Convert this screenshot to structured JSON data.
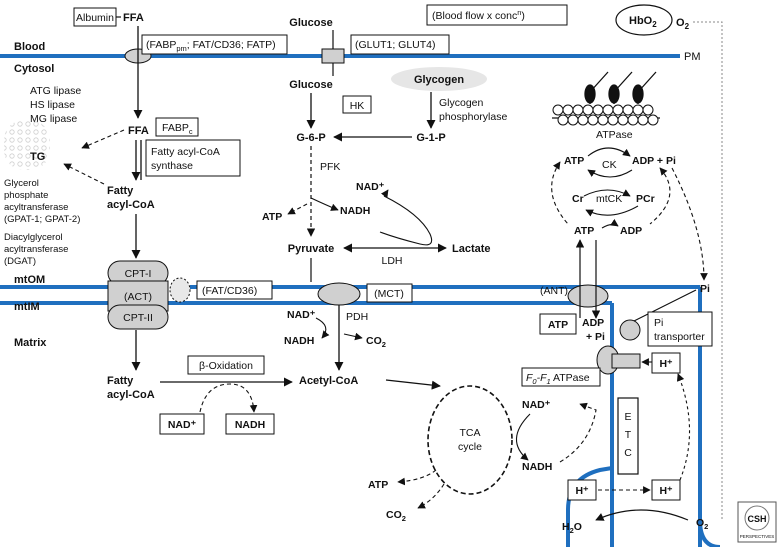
{
  "labels": {
    "blood": "Blood",
    "cytosol": "Cytosol",
    "pm": "PM",
    "mtom": "mtOM",
    "mtim": "mtIM",
    "matrix": "Matrix",
    "albumin": "Albumin",
    "ffa_top": "FFA",
    "fabp_pm_a": "(FABP",
    "fabp_pm_sub": "pm",
    "fabp_pm_b": "; FAT/CD36; FATP)",
    "glucose_top": "Glucose",
    "glut": "(GLUT1; GLUT4)",
    "bloodflow": "(Blood flow x conc",
    "bloodflow_sup": "n",
    "bloodflow_end": ")",
    "hbo2": "HbO",
    "hbo2_sub": "2",
    "o2_top": "O",
    "o2_top_sub": "2",
    "atg": "ATG lipase",
    "hs": "HS lipase",
    "mg": "MG lipase",
    "ffa_cyt": "FFA",
    "fabpc": "FABP",
    "fabpc_sub": "c",
    "tg": "TG",
    "gpat_1": "Glycerol",
    "gpat_2": "phosphate",
    "gpat_3": "acyltransferase",
    "gpat_4": "(GPAT-1; GPAT-2)",
    "dgat_1": "Diacylglycerol",
    "dgat_2": "acyltransferase",
    "dgat_3": "(DGAT)",
    "facs_1": "Fatty acyl-CoA",
    "facs_2": "synthase",
    "fattyacyl_1": "Fatty",
    "fattyacyl_2": "acyl-CoA",
    "cpt1": "CPT-I",
    "act": "(ACT)",
    "cpt2": "CPT-II",
    "fatcd36": "(FAT/CD36)",
    "glucose_cyt": "Glucose",
    "hk": "HK",
    "g6p": "G-6-P",
    "glycogen": "Glycogen",
    "glyphos_1": "Glycogen",
    "glyphos_2": "phosphorylase",
    "g1p": "G-1-P",
    "pfk": "PFK",
    "nadp_glyc": "NAD⁺",
    "nadh_glyc": "NADH",
    "atp_glyc": "ATP",
    "pyruvate": "Pyruvate",
    "lactate": "Lactate",
    "ldh": "LDH",
    "mct": "(MCT)",
    "pdh": "PDH",
    "nadp_pdh": "NAD⁺",
    "nadh_pdh": "NADH",
    "co2_pdh": "CO",
    "co2_pdh_sub": "2",
    "beta_ox": "β-Oxidation",
    "fattyacyl_m1": "Fatty",
    "fattyacyl_m2": "acyl-CoA",
    "nadp_beta": "NAD⁺",
    "nadh_beta": "NADH",
    "acetylcoa": "Acetyl-CoA",
    "tca_1": "TCA",
    "tca_2": "cycle",
    "atp_tca": "ATP",
    "co2_tca": "CO",
    "co2_tca_sub": "2",
    "nadp_tca": "NAD⁺",
    "nadh_tca": "NADH",
    "atpase_label": "ATPase",
    "atp_ck": "ATP",
    "ck": "CK",
    "adp_pi": "ADP + Pi",
    "cr": "Cr",
    "mtck": "mtCK",
    "pcr": "PCr",
    "atp_mt": "ATP",
    "adp_mt": "ADP",
    "ant": "(ANT)",
    "pi_right": "Pi",
    "atp_box": "ATP",
    "adp_box_1": "ADP",
    "adp_box_2": "+ Pi",
    "pi_trans_1": "Pi",
    "pi_trans_2": "transporter",
    "f0_a": "F",
    "f0_sub": "0",
    "f0_b": "-F",
    "f1_sub": "1",
    "f0_c": " ATPase",
    "hplus": "H⁺",
    "etc_e": "E",
    "etc_t": "T",
    "etc_c": "C",
    "h2o": "H",
    "h2o_sub": "2",
    "h2o_end": "O",
    "o2_bot": "O",
    "o2_bot_sub": "2",
    "logo_1": "CSH",
    "logo_2": "PERSPECTIVES"
  },
  "colors": {
    "membrane": "#1f6fbf",
    "transporter_fill": "#d0d0d0",
    "glycogen_fill": "#e6e6e6",
    "tg_fill": "#d8d8d8"
  }
}
